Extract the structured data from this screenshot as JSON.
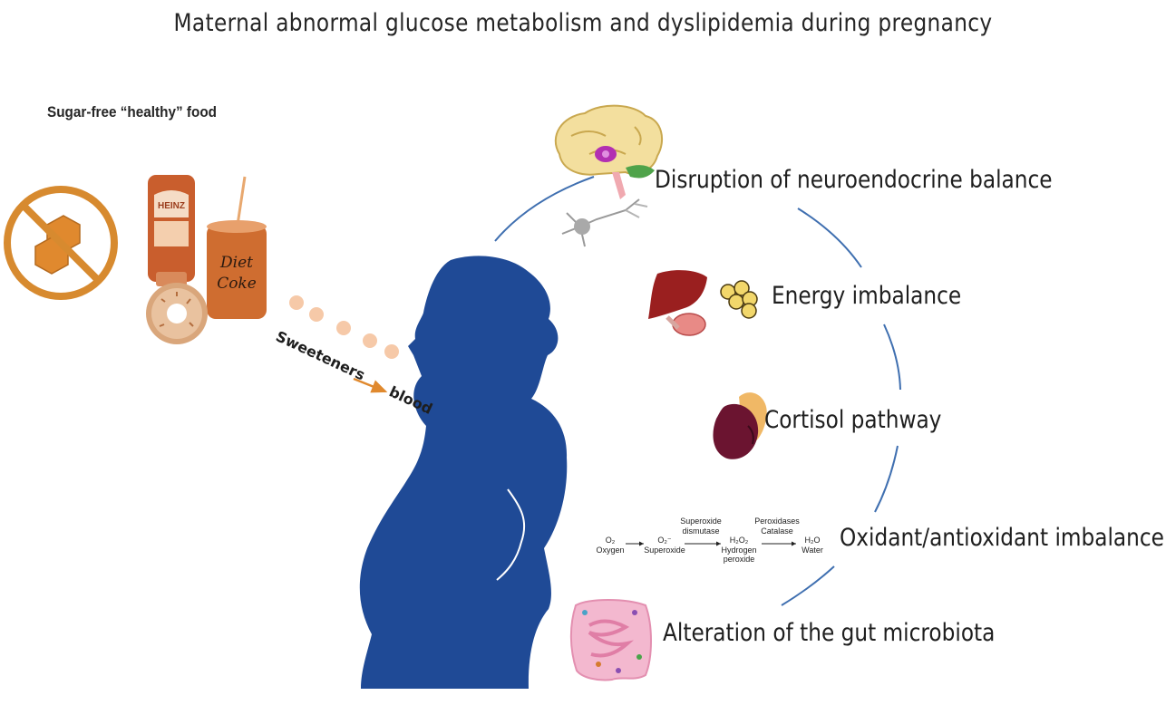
{
  "title": "Maternal abnormal glucose metabolism and dyslipidemia during pregnancy",
  "food": {
    "heading": "Sugar-free “healthy” food",
    "items": [
      {
        "icon": "no-sugar-icon"
      },
      {
        "icon": "ketchup-bottle-icon",
        "text": "HEINZ"
      },
      {
        "icon": "diet-coke-can-icon",
        "text_line1": "Diet",
        "text_line2": "Coke"
      },
      {
        "icon": "donut-icon"
      }
    ]
  },
  "flow": {
    "sweeteners": "Sweeteners",
    "blood": "blood"
  },
  "effects": [
    {
      "label": "Disruption of neuroendocrine balance",
      "icon": "brain-neuron-icon"
    },
    {
      "label": "Energy imbalance",
      "icon": "liver-muscle-fat-icon"
    },
    {
      "label": "Cortisol pathway",
      "icon": "adrenal-kidney-icon"
    },
    {
      "label": "Oxidant/antioxidant imbalance",
      "icon": "reaction-scheme-icon"
    },
    {
      "label": "Alteration of the gut microbiota",
      "icon": "intestine-icon"
    }
  ],
  "reaction": {
    "o2": "O₂",
    "oxygen": "Oxygen",
    "superoxide_sym": "O₂⁻",
    "superoxide": "Superoxide",
    "enzyme1_line1": "Superoxide",
    "enzyme1_line2": "dismutase",
    "h2o2_sym": "H₂O₂",
    "h2o2_line1": "Hydrogen",
    "h2o2_line2": "peroxide",
    "enzyme2_line1": "Peroxidases",
    "enzyme2_line2": "Catalase",
    "h2o_sym": "H₂O",
    "water": "Water"
  },
  "colors": {
    "silhouette": "#1f4a96",
    "orange": "#e0892e",
    "arc": "#3f6fb0",
    "dots": "#f6c9a8",
    "liver": "#9a1f1f",
    "fat": "#f2d76b",
    "kidney": "#6b1430",
    "adrenal": "#f0b866",
    "gut": "#f3b8cf"
  }
}
